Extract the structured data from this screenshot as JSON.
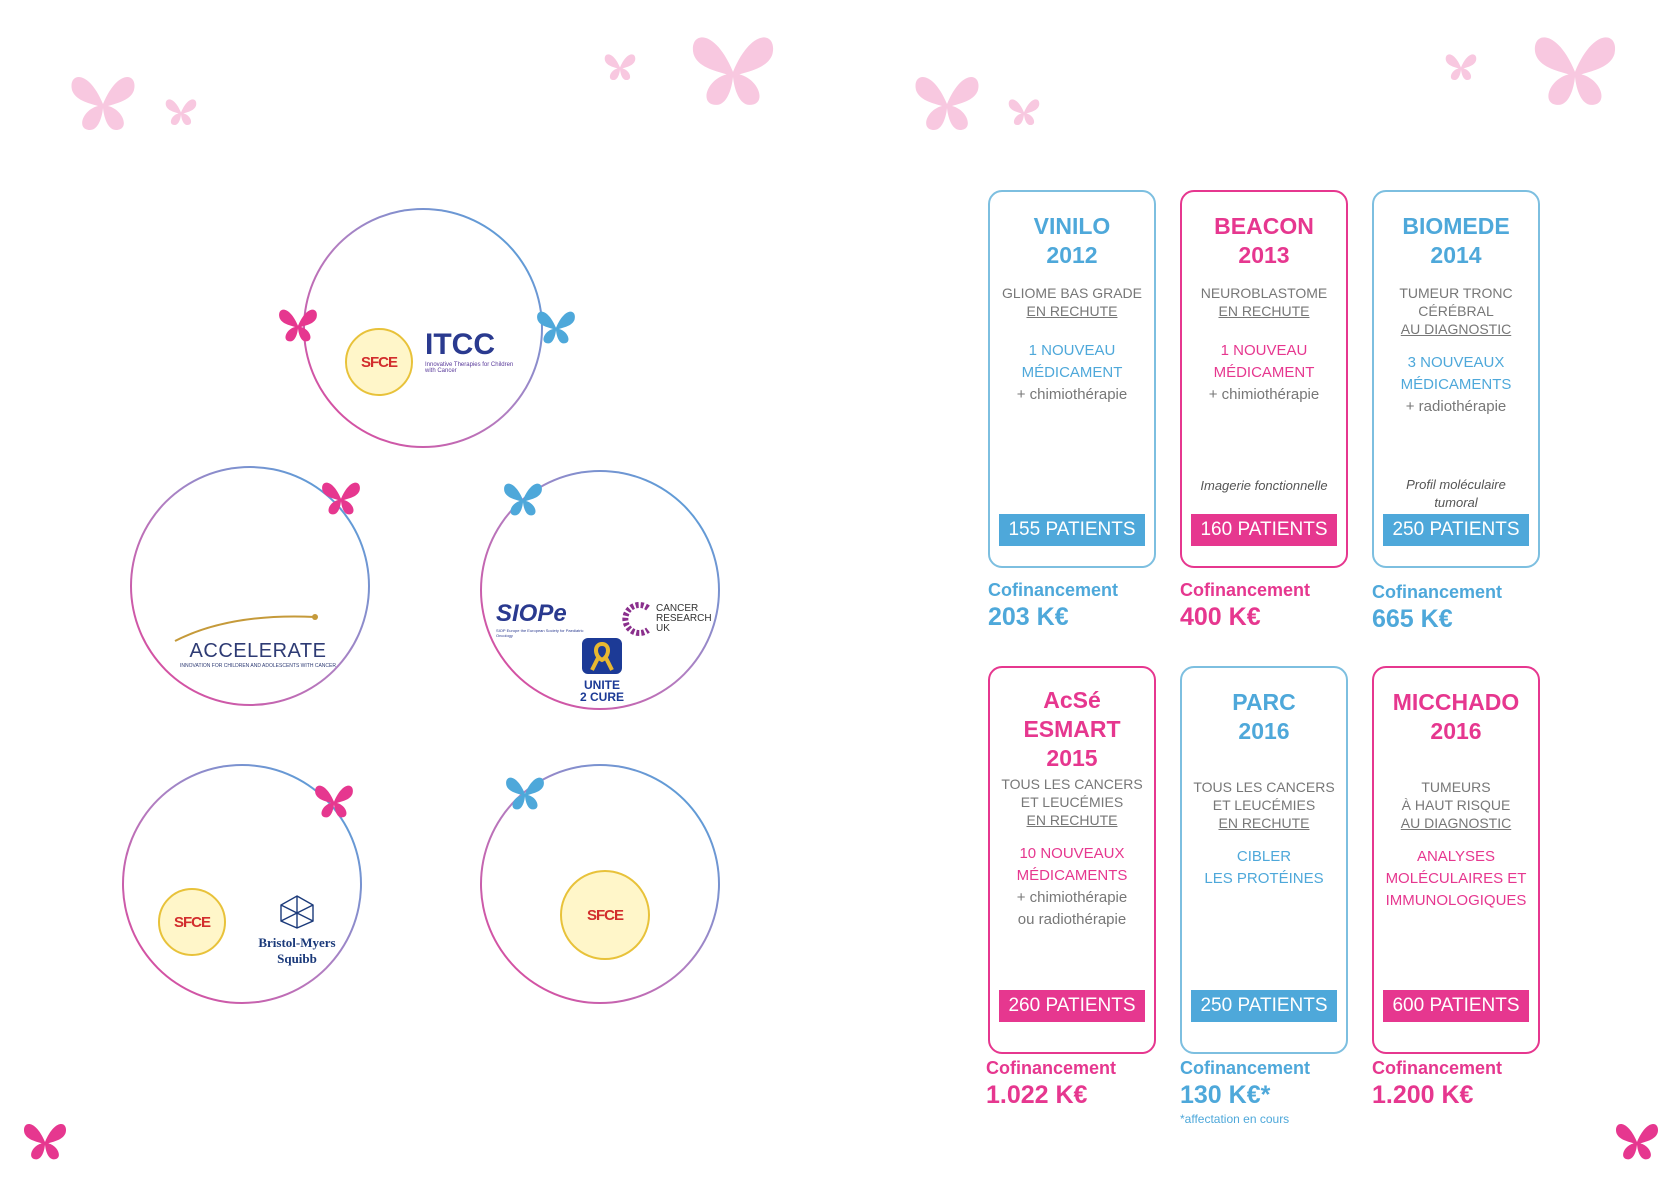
{
  "left_page": {
    "logos": {
      "sfce": "SFCE",
      "itcc": "ITCC",
      "itcc_sub": "Innovative Therapies for Children with Cancer",
      "accelerate": "ACCELERATE",
      "accelerate_sub": "INNOVATION FOR CHILDREN AND ADOLESCENTS WITH CANCER",
      "siope": "SIOPe",
      "siope_sub": "SIOP Europe the European Society for Paediatric Oncology",
      "cancer_research": "CANCER RESEARCH UK",
      "unite2cure": "UNITE 2 CURE",
      "bms": "Bristol-Myers Squibb"
    }
  },
  "trials": [
    {
      "name": "VINILO",
      "year": "2012",
      "target": [
        "GLIOME BAS GRADE"
      ],
      "target_u": [
        "EN RECHUTE"
      ],
      "drug": [
        "1 NOUVEAU",
        "MÉDICAMENT"
      ],
      "extra": [
        "+ chimiothérapie"
      ],
      "note": "",
      "patients": "155 PATIENTS",
      "cofin_label": "Cofinancement",
      "amount": "203 K€",
      "footnote": "",
      "color": "blue"
    },
    {
      "name": "BEACON",
      "year": "2013",
      "target": [
        "NEUROBLASTOME"
      ],
      "target_u": [
        "EN RECHUTE"
      ],
      "drug": [
        "1 NOUVEAU",
        "MÉDICAMENT"
      ],
      "extra": [
        "+ chimiothérapie"
      ],
      "note": "Imagerie fonctionnelle",
      "patients": "160 PATIENTS",
      "cofin_label": "Cofinancement",
      "amount": "400 K€",
      "footnote": "",
      "color": "pink"
    },
    {
      "name": "BIOMEDE",
      "year": "2014",
      "target": [
        "TUMEUR TRONC",
        "CÉRÉBRAL"
      ],
      "target_u": [
        "AU DIAGNOSTIC"
      ],
      "drug": [
        "3 NOUVEAUX",
        "MÉDICAMENTS"
      ],
      "extra": [
        "+ radiothérapie"
      ],
      "note": "Profil moléculaire tumoral",
      "patients": "250 PATIENTS",
      "cofin_label": "Cofinancement",
      "amount": "665 K€",
      "footnote": "",
      "color": "blue"
    },
    {
      "name": "AcSé\nESMART",
      "year": "2015",
      "target": [
        "TOUS LES CANCERS",
        "ET LEUCÉMIES"
      ],
      "target_u": [
        "EN RECHUTE"
      ],
      "drug": [
        "10 NOUVEAUX",
        "MÉDICAMENTS"
      ],
      "extra": [
        "+ chimiothérapie",
        "ou radiothérapie"
      ],
      "note": "",
      "patients": "260 PATIENTS",
      "cofin_label": "Cofinancement",
      "amount": "1.022 K€",
      "footnote": "",
      "color": "pink"
    },
    {
      "name": "PARC",
      "year": "2016",
      "target": [
        "TOUS LES CANCERS",
        "ET LEUCÉMIES"
      ],
      "target_u": [
        "EN RECHUTE"
      ],
      "drug": [
        "CIBLER",
        "LES PROTÉINES"
      ],
      "extra": [],
      "note": "",
      "patients": "250 PATIENTS",
      "cofin_label": "Cofinancement",
      "amount": "130 K€*",
      "footnote": "*affectation en cours",
      "color": "blue"
    },
    {
      "name": "MICCHADO",
      "year": "2016",
      "target": [
        "TUMEURS",
        "À HAUT RISQUE"
      ],
      "target_u": [
        "AU DIAGNOSTIC"
      ],
      "drug": [
        "ANALYSES",
        "MOLÉCULAIRES ET",
        "IMMUNOLOGIQUES"
      ],
      "extra": [],
      "note": "",
      "patients": "600 PATIENTS",
      "cofin_label": "Cofinancement",
      "amount": "1.200 K€",
      "footnote": "",
      "color": "pink"
    }
  ],
  "colors": {
    "pink": "#e6378f",
    "blue": "#4ea8da",
    "light_pink": "#f6c4de"
  }
}
